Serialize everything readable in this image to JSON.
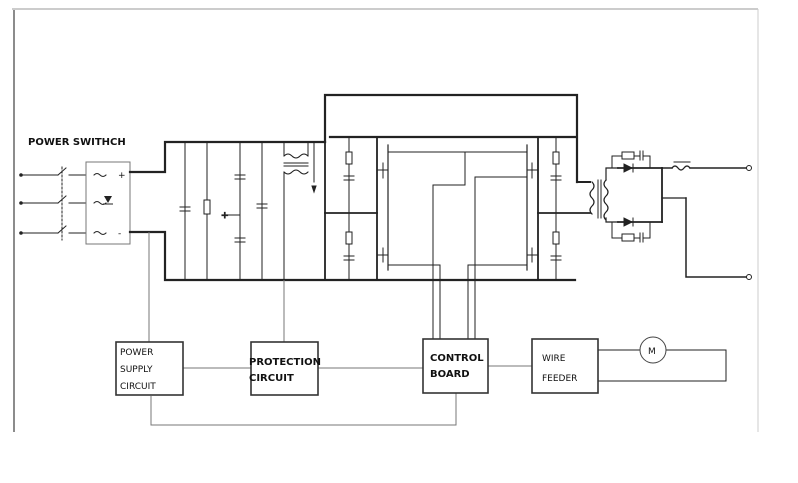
{
  "diagram": {
    "title": "POWER SWITHCH",
    "blocks": {
      "power_supply": [
        "POWER",
        "SUPPLY",
        "CIRCUIT"
      ],
      "protection": [
        "PROTECTION",
        "CIRCUIT"
      ],
      "control": [
        "CONTROL",
        "BOARD"
      ],
      "wire_feeder": [
        "WIRE",
        "FEEDER"
      ],
      "motor": "M"
    }
  }
}
